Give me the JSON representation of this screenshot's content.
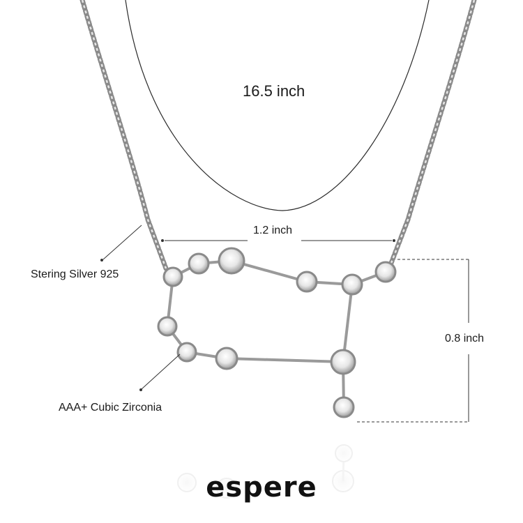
{
  "product": {
    "brand": "espere",
    "chain_length_label": "16.5 inch",
    "pendant_width_label": "1.2 inch",
    "pendant_height_label": "0.8 inch",
    "material_label": "Stering Silver 925",
    "stone_label": "AAA+ Cubic Zirconia"
  },
  "colors": {
    "background": "#ffffff",
    "metal": "#8f8f8f",
    "metal_highlight": "#e0e0e0",
    "stone": "#f4f4f4",
    "text": "#1a1a1a",
    "guide_line": "#333333"
  },
  "icons": [
    "chain-curve",
    "constellation-pendant",
    "round-stone"
  ]
}
